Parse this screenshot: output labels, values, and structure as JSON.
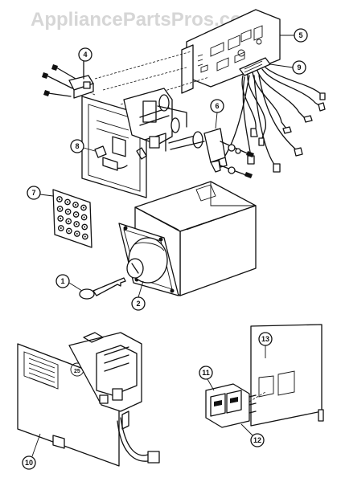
{
  "watermark": "AppliancePartsPros.com",
  "callouts": {
    "c1": "1",
    "c2": "2",
    "c4": "4",
    "c5": "5",
    "c6": "6",
    "c7": "7",
    "c8": "8",
    "c9": "9",
    "c10": "10",
    "c11": "11",
    "c12": "12",
    "c13": "13"
  },
  "key_label": "25"
}
